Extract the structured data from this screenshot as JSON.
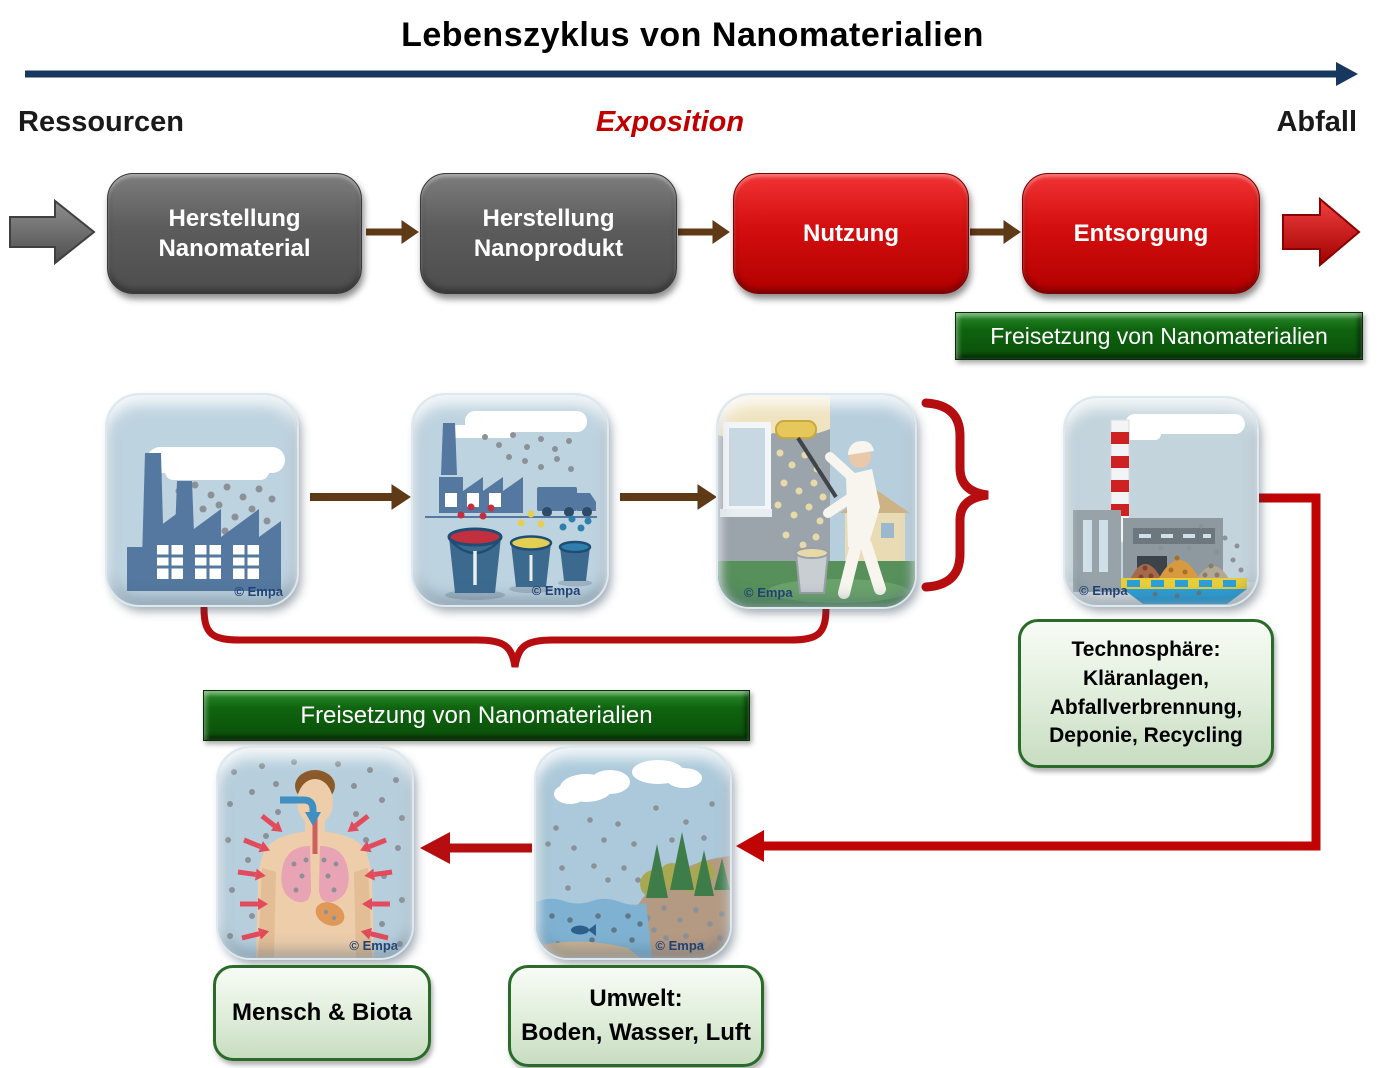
{
  "title": "Lebenszyklus von Nanomaterialien",
  "timeline": {
    "start": "Ressourcen",
    "middle": "Exposition",
    "end": "Abfall"
  },
  "process": {
    "steps": [
      {
        "id": "herstellung-nanomaterial",
        "label": "Herstellung Nanomaterial"
      },
      {
        "id": "herstellung-nanoprodukt",
        "label": "Herstellung Nanoprodukt"
      },
      {
        "id": "nutzung",
        "label": "Nutzung"
      },
      {
        "id": "entsorgung",
        "label": "Entsorgung"
      }
    ]
  },
  "banners": {
    "release_top": "Freisetzung von Nanomaterialien",
    "release_main": "Freisetzung von Nanomaterialien"
  },
  "tiles": [
    {
      "name": "factory-nanomaterial-production",
      "credit": "© Empa"
    },
    {
      "name": "factory-nanoproduct-production",
      "credit": "© Empa"
    },
    {
      "name": "painter-product-use",
      "credit": "© Empa"
    },
    {
      "name": "waste-treatment-facility",
      "credit": "© Empa"
    },
    {
      "name": "human-exposure",
      "credit": "© Empa"
    },
    {
      "name": "environment",
      "credit": "© Empa"
    }
  ],
  "info_boxes": {
    "technosphere": {
      "line1": "Technosphäre:",
      "line2": "Kläranlagen,",
      "line3": "Abfallverbrennung,",
      "line4": "Deponie, Recycling"
    },
    "human_biota": "Mensch & Biota",
    "environment": {
      "line1": "Umwelt:",
      "line2": "Boden, Wasser, Luft"
    }
  },
  "colors": {
    "timeline_arrow": "#17375E",
    "process_gray": "#595959",
    "process_red": "#C00000",
    "flow_arrow_brown": "#5E3A17",
    "release_banner_green": "#0F640F",
    "connector_red": "#C00404",
    "info_box_border": "#2A6B2A",
    "tile_background_blue": "#BED3E0"
  }
}
